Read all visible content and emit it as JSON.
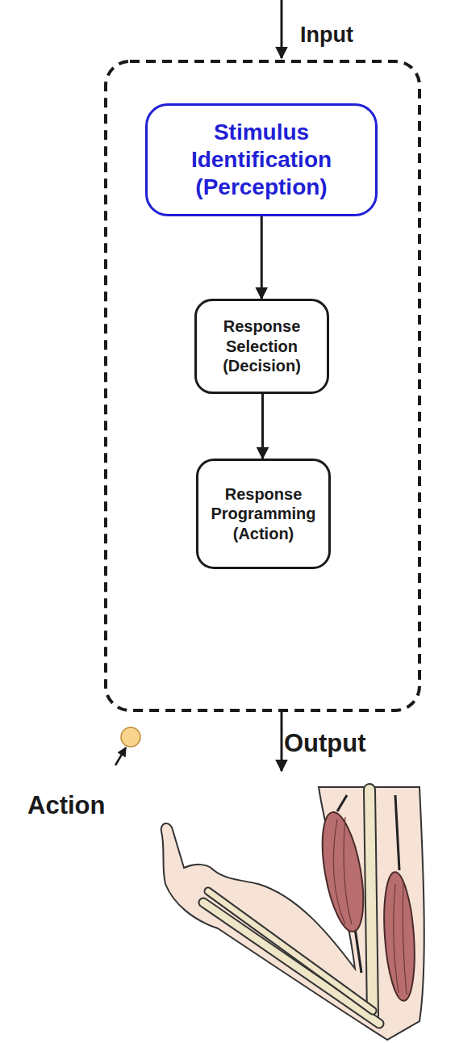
{
  "diagram": {
    "nodes": [
      {
        "text": [
          "Stimulus Identification (Perception)"
        ]
      },
      {
        "text": [
          "Response Selection (Decision)"
        ]
      },
      {
        "text": [
          "Response Programming (Action)"
        ]
      }
    ],
    "edges": [
      {
        "from": 0,
        "to": 1,
        "arrow": "to"
      },
      {
        "from": 1,
        "to": 2,
        "arrow": "to"
      }
    ],
    "labels": [
      "Input",
      "Output",
      "Action"
    ]
  }
}
